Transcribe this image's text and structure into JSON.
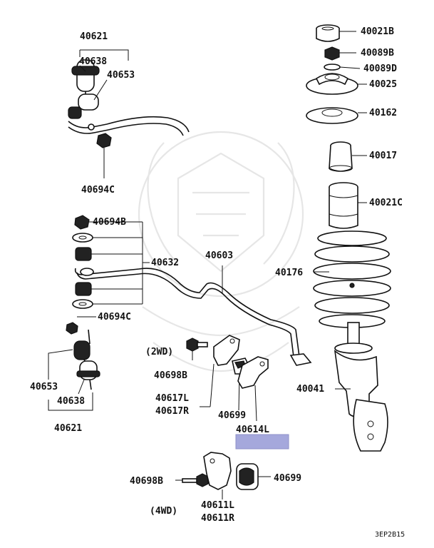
{
  "labels": {
    "p40621_top": "40621",
    "p40638_top": "40638",
    "p40653_top": "40653",
    "p40694c_top": "40694C",
    "p40694b": "40694B",
    "p40632": "40632",
    "p40603": "40603",
    "p40694c_mid": "40694C",
    "p40653_bot": "40653",
    "p40638_bot": "40638",
    "p40621_bot": "40621",
    "note_2wd": "(2WD)",
    "p40698b_top": "40698B",
    "p40617l": "40617L",
    "p40617r": "40617R",
    "p40699_top": "40699",
    "p40614l": "40614L",
    "p40698b_bot": "40698B",
    "p40699_bot": "40699",
    "note_4wd": "(4WD)",
    "p40611l": "40611L",
    "p40611r": "40611R",
    "p40021b": "40021B",
    "p40089b": "40089B",
    "p40089d": "40089D",
    "p40025": "40025",
    "p40162": "40162",
    "p40017": "40017",
    "p40021c": "40021C",
    "p40176": "40176",
    "p40041": "40041",
    "ref_code": "3EP2B15"
  },
  "highlight_color": "#a5a8dc"
}
